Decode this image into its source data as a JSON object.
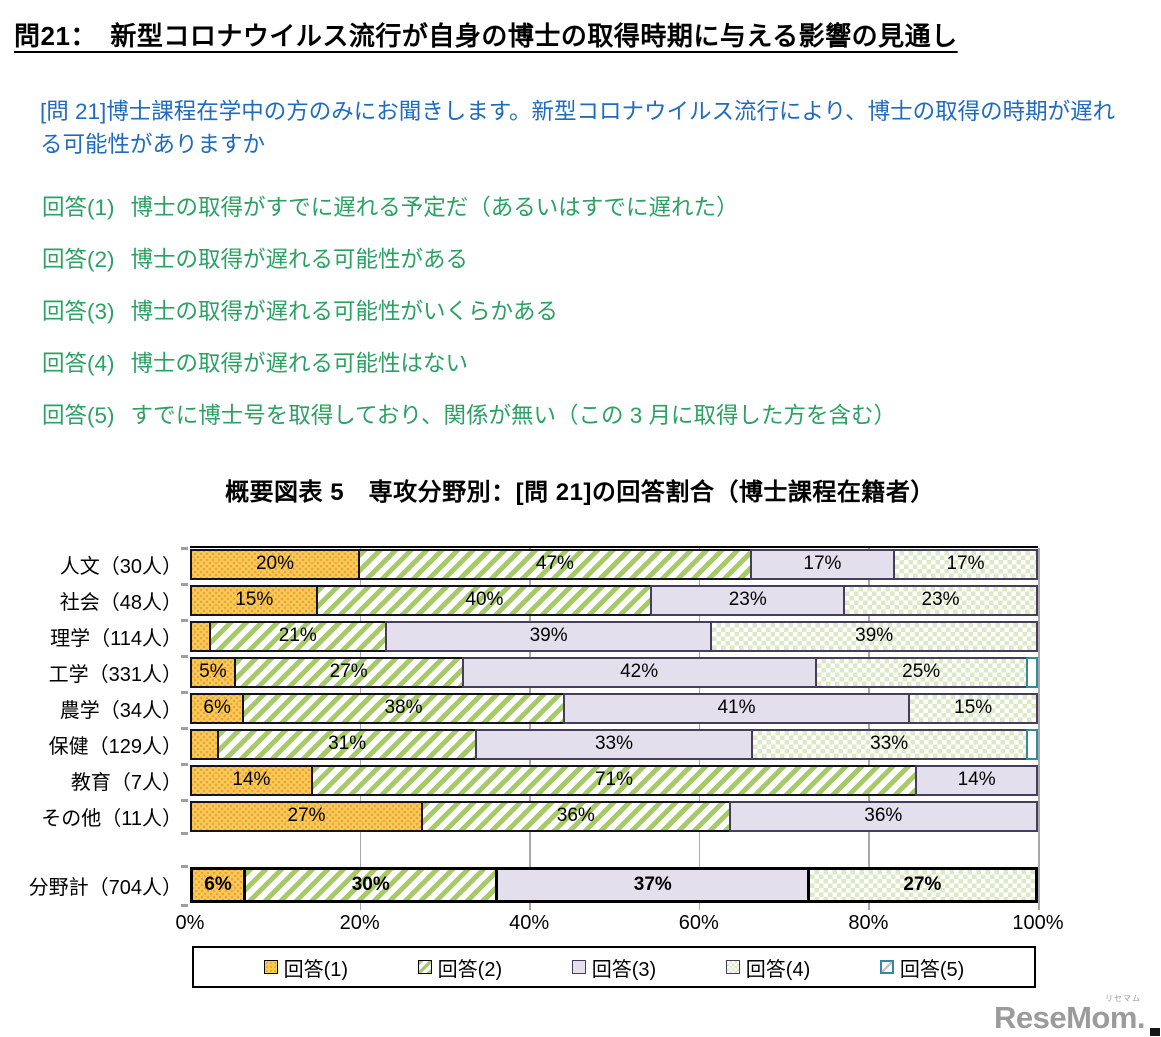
{
  "header": {
    "title": "問21：　新型コロナウイルス流行が自身の博士の取得時期に与える影響の見通し"
  },
  "question": {
    "text": "[問 21]博士課程在学中の方のみにお聞きします。新型コロナウイルス流行により、博士の取得の時期が遅れる可能性がありますか"
  },
  "answers": [
    {
      "label": "回答(1)",
      "text": "博士の取得がすでに遅れる予定だ（あるいはすでに遅れた）"
    },
    {
      "label": "回答(2)",
      "text": "博士の取得が遅れる可能性がある"
    },
    {
      "label": "回答(3)",
      "text": "博士の取得が遅れる可能性がいくらかある"
    },
    {
      "label": "回答(4)",
      "text": "博士の取得が遅れる可能性はない"
    },
    {
      "label": "回答(5)",
      "text": "すでに博士号を取得しており、関係が無い（この 3 月に取得した方を含む）"
    }
  ],
  "chart_data": {
    "type": "bar",
    "orientation": "horizontal",
    "stacked": true,
    "title": "概要図表 5　専攻分野別：[問 21]の回答割合（博士課程在籍者）",
    "categories": [
      "人文（30人）",
      "社会（48人）",
      "理学（114人）",
      "工学（331人）",
      "農学（34人）",
      "保健（129人）",
      "教育（7人）",
      "その他（11人）",
      "分野計（704人）"
    ],
    "series": [
      {
        "name": "回答(1)",
        "values": [
          20,
          15,
          2,
          5,
          6,
          3,
          14,
          27,
          6
        ]
      },
      {
        "name": "回答(2)",
        "values": [
          47,
          40,
          21,
          27,
          38,
          31,
          71,
          36,
          30
        ]
      },
      {
        "name": "回答(3)",
        "values": [
          17,
          23,
          39,
          42,
          41,
          33,
          14,
          36,
          37
        ]
      },
      {
        "name": "回答(4)",
        "values": [
          17,
          23,
          39,
          25,
          15,
          33,
          0,
          0,
          27
        ]
      },
      {
        "name": "回答(5)",
        "values": [
          0,
          0,
          0,
          1,
          0,
          1,
          0,
          0,
          0
        ]
      }
    ],
    "xlim": [
      0,
      100
    ],
    "x_ticks": [
      "0%",
      "20%",
      "40%",
      "60%",
      "80%",
      "100%"
    ],
    "grid_ticks": [
      20,
      40,
      60,
      80,
      100
    ],
    "legend": [
      "回答(1)",
      "回答(2)",
      "回答(3)",
      "回答(4)",
      "回答(5)"
    ],
    "legend_position": "bottom",
    "total_row_index": 8,
    "gap_before_total": true,
    "min_label_value": 5,
    "colors": {
      "answer1_base": "#F8CB55",
      "answer1_dot": "#EDA03C",
      "answer2_stripe": "#A6CB66",
      "answer3_fill": "#E4DFEC",
      "answer4_dot": "#DCE8C6",
      "answer5_border": "#2E8C9E",
      "segment_border": "#16121E",
      "gridline": "#A8A8A8",
      "question_text": "#1E6BBF",
      "answer_text": "#2BA163"
    }
  },
  "footer": {
    "logo_text": "ReseMom.",
    "logo_ruby": "リセマム"
  }
}
